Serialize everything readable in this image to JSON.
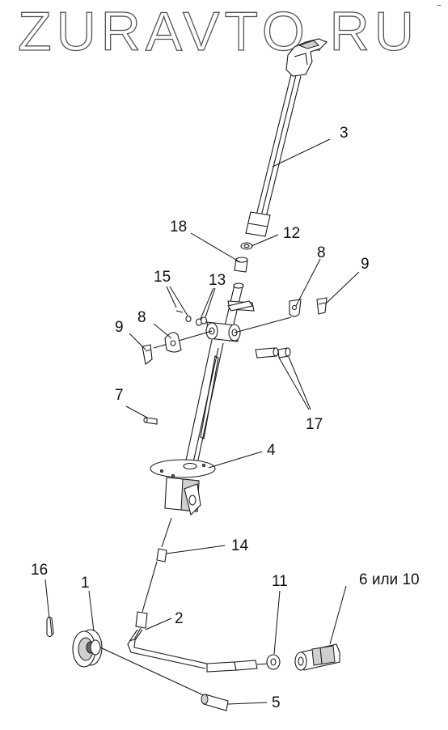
{
  "watermark": {
    "text": "ZURAVTO.RU"
  },
  "corner_mark": "~",
  "callouts": [
    {
      "id": "callout-3",
      "text": "3"
    },
    {
      "id": "callout-18",
      "text": "18"
    },
    {
      "id": "callout-12",
      "text": "12"
    },
    {
      "id": "callout-8-right",
      "text": "8"
    },
    {
      "id": "callout-9-right",
      "text": "9"
    },
    {
      "id": "callout-15",
      "text": "15"
    },
    {
      "id": "callout-13",
      "text": "13"
    },
    {
      "id": "callout-8-left",
      "text": "8"
    },
    {
      "id": "callout-9-left",
      "text": "9"
    },
    {
      "id": "callout-17",
      "text": "17"
    },
    {
      "id": "callout-7",
      "text": "7"
    },
    {
      "id": "callout-4",
      "text": "4"
    },
    {
      "id": "callout-14",
      "text": "14"
    },
    {
      "id": "callout-16",
      "text": "16"
    },
    {
      "id": "callout-1",
      "text": "1"
    },
    {
      "id": "callout-11",
      "text": "11"
    },
    {
      "id": "callout-6-10",
      "text": "6 или 10"
    },
    {
      "id": "callout-2",
      "text": "2"
    },
    {
      "id": "callout-5",
      "text": "5"
    }
  ]
}
